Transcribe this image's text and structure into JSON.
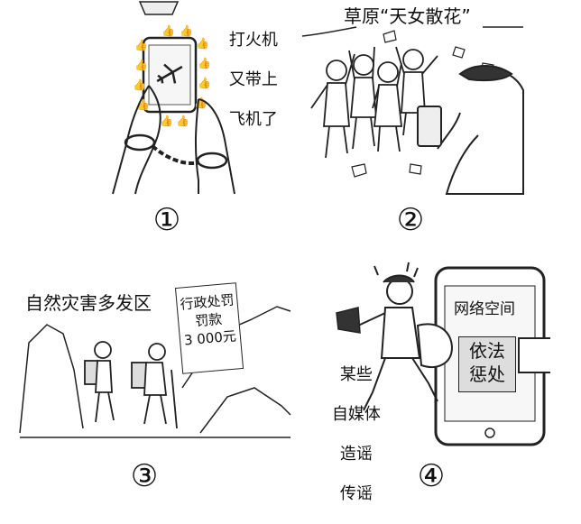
{
  "panels": [
    {
      "id": "panel-1",
      "caption_lines": [
        "打火机",
        "又带上",
        "飞机了"
      ],
      "number": "①"
    },
    {
      "id": "panel-2",
      "caption": "草原“天女散花”",
      "number": "②"
    },
    {
      "id": "panel-3",
      "caption": "自然灾害多发区",
      "sign_lines": [
        "行政处罚",
        "罚款",
        "3 000元"
      ],
      "number": "③"
    },
    {
      "id": "panel-4",
      "screen_title": "网络空间",
      "stamp_lines": [
        "依法",
        "惩处"
      ],
      "side_lines": [
        "某些",
        "自媒体",
        "造谣",
        "传谣"
      ],
      "number": "④"
    }
  ],
  "icons": {
    "panel-1": [
      "handcuffs-icon",
      "phone-icon",
      "airplane-icon",
      "thumbs-up-icon"
    ],
    "panel-2": [
      "crowd-icon",
      "phone-icon",
      "paper-scrap-icon"
    ],
    "panel-3": [
      "mountain-icon",
      "hiker-icon",
      "paper-sign-icon"
    ],
    "panel-4": [
      "smartphone-icon",
      "megaphone-icon",
      "running-man-icon",
      "fist-icon"
    ]
  }
}
